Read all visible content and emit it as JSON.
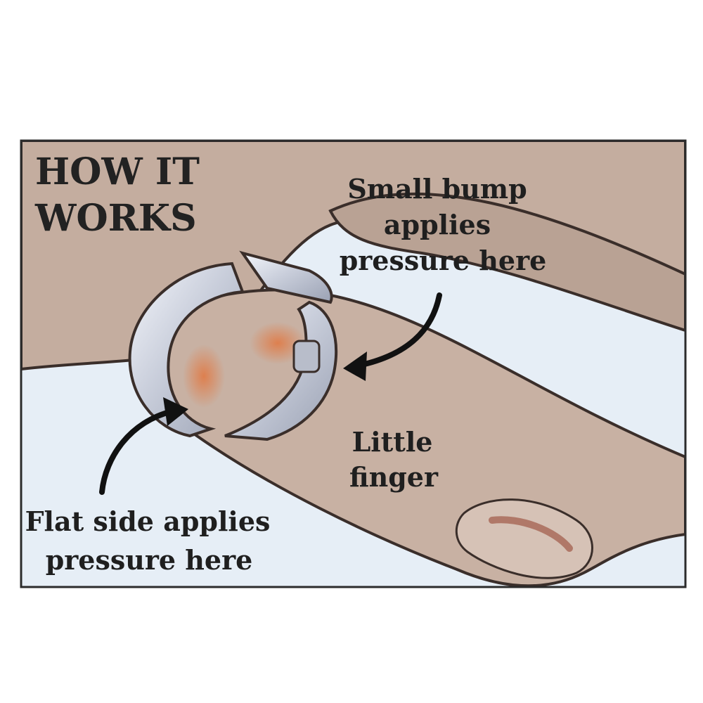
{
  "title": {
    "line1": "HOW IT",
    "line2": "WORKS"
  },
  "callouts": {
    "bump": {
      "line1": "Small bump",
      "line2": "applies",
      "line3": "pressure here"
    },
    "flat": {
      "line1": "Flat side applies",
      "line2": "pressure here"
    },
    "finger": {
      "line1": "Little",
      "line2": "finger"
    }
  },
  "colors": {
    "skin": "#c4ad9f",
    "skin_shadow": "#a48e82",
    "background_blue": "#e6eef6",
    "ring_silver": "#d8dce6",
    "pressure_orange": "#e07a45",
    "outline": "#3a2e2a"
  }
}
